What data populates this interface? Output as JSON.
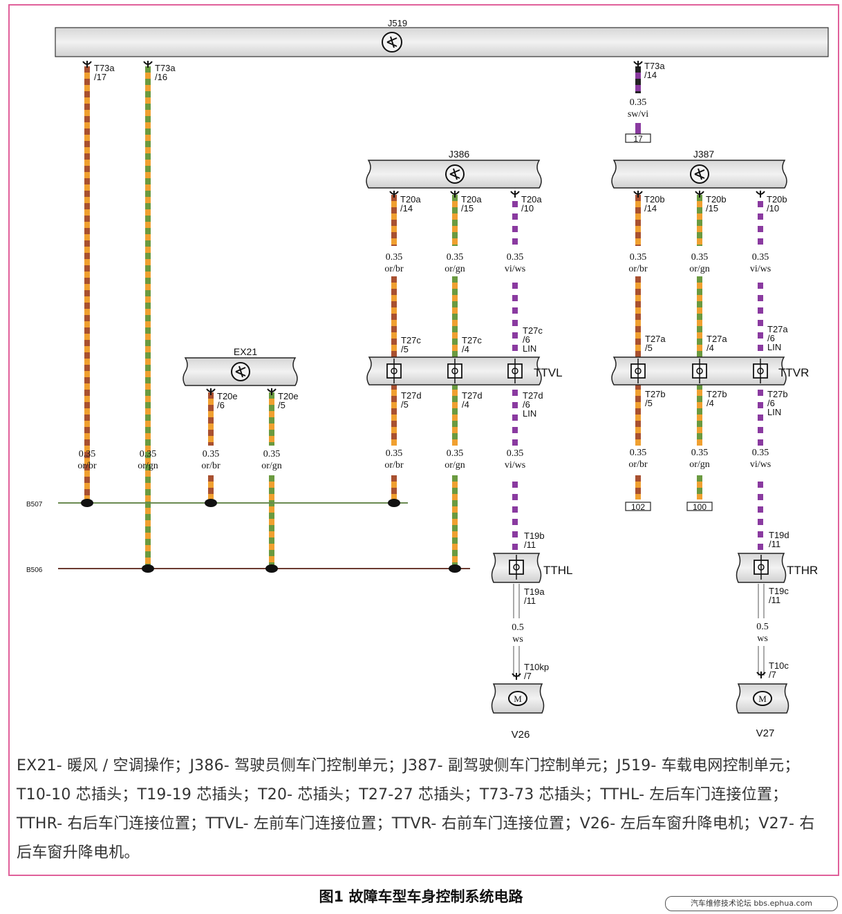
{
  "colors": {
    "border": "#e0609a",
    "or": "#f0a030",
    "br": "#a85030",
    "gn": "#6a9a40",
    "vi": "#8a3aa0",
    "ws": "#ffffff",
    "sw": "#222222",
    "panel": "#e6e6e6",
    "bus": "#6a8a50"
  },
  "modules": {
    "j519": "J519",
    "j386": "J386",
    "j387": "J387",
    "ex21": "EX21"
  },
  "connectors": {
    "ttvl": "TTVL",
    "ttvr": "TTVR",
    "tthl": "TTHL",
    "tthr": "TTHR"
  },
  "buses": {
    "b507": "B507",
    "b506": "B506"
  },
  "motors": {
    "v26": "V26",
    "v27": "V27",
    "symbol": "M"
  },
  "pins": {
    "t73a_17": [
      "T73a",
      "/17"
    ],
    "t73a_16": [
      "T73a",
      "/16"
    ],
    "t73a_14": [
      "T73a",
      "/14"
    ],
    "t20a_14": [
      "T20a",
      "/14"
    ],
    "t20a_15": [
      "T20a",
      "/15"
    ],
    "t20a_10": [
      "T20a",
      "/10"
    ],
    "t20b_14": [
      "T20b",
      "/14"
    ],
    "t20b_15": [
      "T20b",
      "/15"
    ],
    "t20b_10": [
      "T20b",
      "/10"
    ],
    "t20e_6": [
      "T20e",
      "/6"
    ],
    "t20e_5": [
      "T20e",
      "/5"
    ],
    "t27c_5": [
      "T27c",
      "/5"
    ],
    "t27c_4": [
      "T27c",
      "/4"
    ],
    "t27c_6": [
      "T27c",
      "/6",
      "LIN"
    ],
    "t27d_5": [
      "T27d",
      "/5"
    ],
    "t27d_4": [
      "T27d",
      "/4"
    ],
    "t27d_6": [
      "T27d",
      "/6",
      "LIN"
    ],
    "t27a_5": [
      "T27a",
      "/5"
    ],
    "t27a_4": [
      "T27a",
      "/4"
    ],
    "t27a_6": [
      "T27a",
      "/6",
      "LIN"
    ],
    "t27b_5": [
      "T27b",
      "/5"
    ],
    "t27b_4": [
      "T27b",
      "/4"
    ],
    "t27b_6": [
      "T27b",
      "/6",
      "LIN"
    ],
    "t19b_11": [
      "T19b",
      "/11"
    ],
    "t19a_11": [
      "T19a",
      "/11"
    ],
    "t19d_11": [
      "T19d",
      "/11"
    ],
    "t19c_11": [
      "T19c",
      "/11"
    ],
    "t10kp_7": [
      "T10kp",
      "/7"
    ],
    "t10c_7": [
      "T10c",
      "/7"
    ]
  },
  "wire_labels": {
    "sw_vi": [
      "0.35",
      "sw/vi"
    ],
    "or_br": [
      "0.35",
      "or/br"
    ],
    "or_gn": [
      "0.35",
      "or/gn"
    ],
    "vi_ws": [
      "0.35",
      "vi/ws"
    ],
    "ws": [
      "0.5",
      "ws"
    ]
  },
  "references": {
    "r17": "17",
    "r102": "102",
    "r100": "100"
  },
  "caption": "EX21- 暖风 / 空调操作；J386- 驾驶员侧车门控制单元；J387- 副驾驶侧车门控制单元；J519- 车载电网控制单元；T10-10 芯插头；T19-19 芯插头；T20- 芯插头；T27-27 芯插头；T73-73 芯插头；TTHL- 左后车门连接位置；TTHR- 右后车门连接位置；TTVL- 左前车门连接位置；TTVR- 右前车门连接位置；V26- 左后车窗升降电机；V27- 右后车窗升降电机。",
  "figure_title": "图1 故障车型车身控制系统电路",
  "watermark": "汽车维修技术论坛 bbs.ephua.com"
}
